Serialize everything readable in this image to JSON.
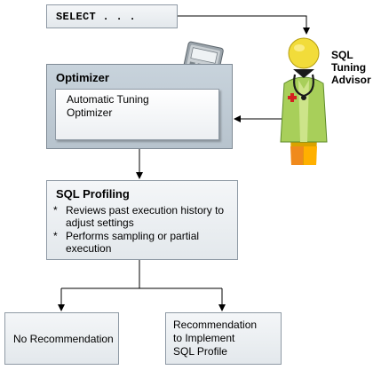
{
  "select_box": {
    "text": "SELECT . . ."
  },
  "advisor": {
    "label_line1": "SQL Tuning",
    "label_line2": "Advisor"
  },
  "optimizer": {
    "title": "Optimizer",
    "inner_line1": "Automatic Tuning",
    "inner_line2": "Optimizer"
  },
  "profiling": {
    "title": "SQL Profiling",
    "bullets": [
      {
        "star": "*",
        "text": "Reviews past execution history to adjust settings"
      },
      {
        "star": "*",
        "text": "Performs sampling or partial execution"
      }
    ]
  },
  "outcomes": {
    "no_recommendation": "No Recommendation",
    "recommendation_line1": "Recommendation",
    "recommendation_line2": "to Implement",
    "recommendation_line3": "SQL Profile"
  }
}
